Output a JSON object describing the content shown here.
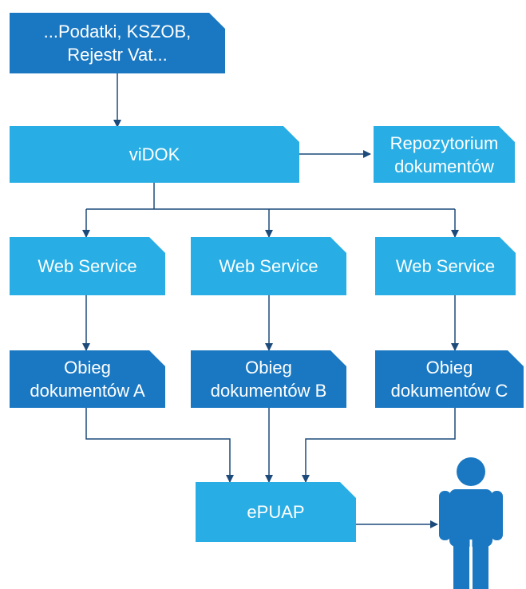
{
  "colors": {
    "dark_box": "#1a78c2",
    "light_box": "#28aee4",
    "arrow": "#1c4a7a",
    "person": "#1a78c2"
  },
  "nodes": {
    "sources": "...Podatki, KSZOB,\nRejestr Vat...",
    "vidok": "viDOK",
    "repository": "Repozytorium\ndokumentów",
    "ws_a": "Web Service",
    "ws_b": "Web Service",
    "ws_c": "Web Service",
    "flow_a": "Obieg\ndokumentów A",
    "flow_b": "Obieg\ndokumentów B",
    "flow_c": "Obieg\ndokumentów C",
    "epuap": "ePUAP"
  },
  "icons": {
    "user": "person-icon"
  }
}
